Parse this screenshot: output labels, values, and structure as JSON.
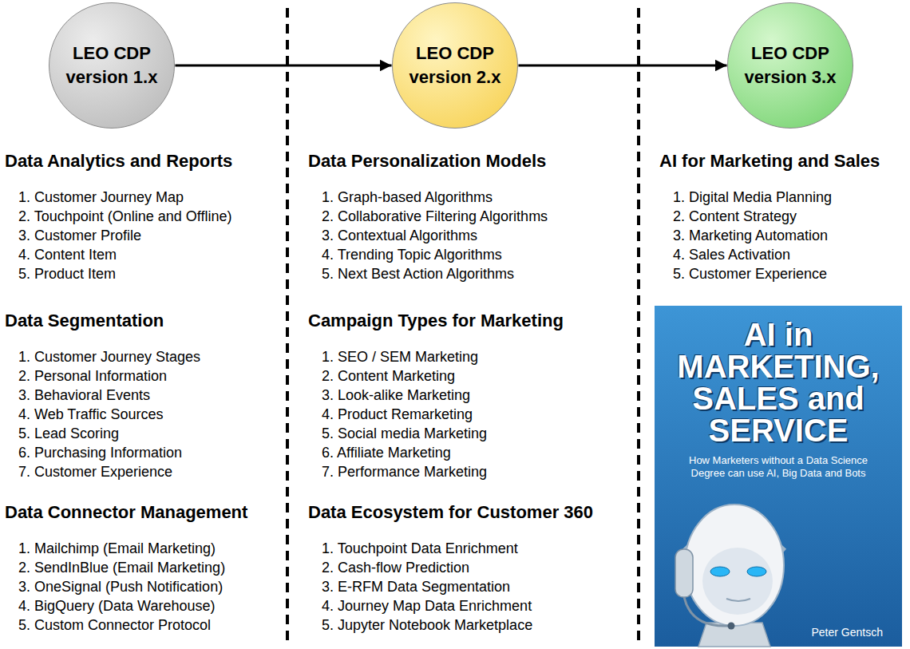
{
  "diagram": {
    "nodes": [
      {
        "text": [
          "LEO CDP version 1.x"
        ]
      },
      {
        "text": [
          "LEO CDP version 2.x"
        ]
      },
      {
        "text": [
          "LEO CDP version 3.x"
        ]
      },
      {
        "text": [
          "AI in MARKETING, SALES and SERVICE",
          "How Marketers without a Data Science Degree can use AI, Big Data and Bots",
          "Peter Gentsch"
        ]
      }
    ],
    "edges": [
      {
        "from": 0,
        "to": 1,
        "arrow": "to"
      },
      {
        "from": 1,
        "to": 2,
        "arrow": "to"
      }
    ],
    "labels": [
      "Data Analytics and Reports",
      "1. Customer Journey Map",
      "2. Touchpoint (Online and Offline)",
      "3. Customer Profile",
      "4. Content Item",
      "5. Product Item",
      "Data Segmentation",
      "1. Customer Journey Stages",
      "2. Personal Information",
      "3. Behavioral Events",
      "4. Web Traffic Sources",
      "5. Lead Scoring",
      "6. Purchasing Information",
      "7. Customer Experience",
      "Data Connector Management",
      "1. Mailchimp (Email Marketing)",
      "2. SendInBlue (Email Marketing)",
      "3. OneSignal (Push Notification)",
      "4. BigQuery (Data Warehouse)",
      "5. Custom Connector Protocol",
      "Data Personalization Models",
      "1. Graph-based Algorithms",
      "2. Collaborative Filtering Algorithms",
      "3. Contextual Algorithms",
      "4. Trending Topic Algorithms",
      "5. Next Best Action Algorithms",
      "Campaign Types for Marketing",
      "1. SEO / SEM Marketing",
      "2. Content Marketing",
      "3. Look-alike Marketing",
      "4. Product Remarketing",
      "5. Social media Marketing",
      "6. Affiliate Marketing",
      "7. Performance Marketing",
      "Data Ecosystem for Customer 360",
      "1. Touchpoint Data Enrichment",
      "2. Cash-flow Prediction",
      "3. E-RFM Data Segmentation",
      "4. Journey Map Data Enrichment",
      "5. Jupyter Notebook Marketplace",
      "AI for Marketing and Sales",
      "1. Digital Media Planning",
      "2. Content Strategy",
      "3. Marketing Automation",
      "4. Sales Activation",
      "5. Customer Experience"
    ]
  }
}
